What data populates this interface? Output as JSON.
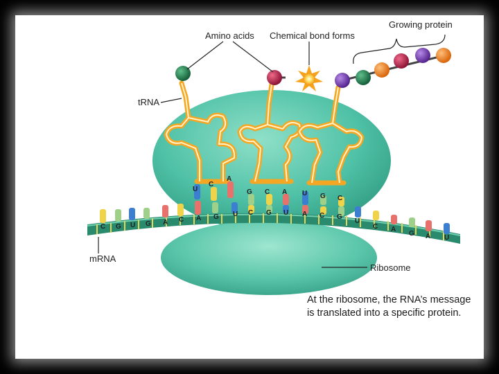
{
  "labels": {
    "amino_acids": "Amino acids",
    "bond": "Chemical bond forms",
    "growing_protein": "Growing protein",
    "trna": "tRNA",
    "mrna": "mRNA",
    "ribosome": "Ribosome"
  },
  "caption": {
    "line1": "At the ribosome, the RNA’s message",
    "line2": "is translated into a specific protein."
  },
  "anticodons": {
    "t1": [
      "U",
      "C",
      "A"
    ],
    "t2": [
      "G",
      "C",
      "A"
    ],
    "t3": [
      "U",
      "G",
      "C"
    ]
  },
  "mrna_bases": [
    "C",
    "G",
    "U",
    "G",
    "A",
    "C",
    "A",
    "G",
    "U",
    "C",
    "G",
    "U",
    "A",
    "C",
    "G",
    "U",
    "C",
    "A",
    "G",
    "A",
    "U"
  ],
  "colors": {
    "ribosome": "#4fc1a6",
    "ribosome_dark": "#2a9077",
    "trna": "#f5a623",
    "A": "#e8726b",
    "C": "#f1d34a",
    "G": "#9fd08a",
    "U": "#3c7fd0",
    "amino_green": "#1f7a4a",
    "amino_red": "#c2284f",
    "amino_purple": "#7b3fb8",
    "amino_orange": "#f08a1e"
  }
}
